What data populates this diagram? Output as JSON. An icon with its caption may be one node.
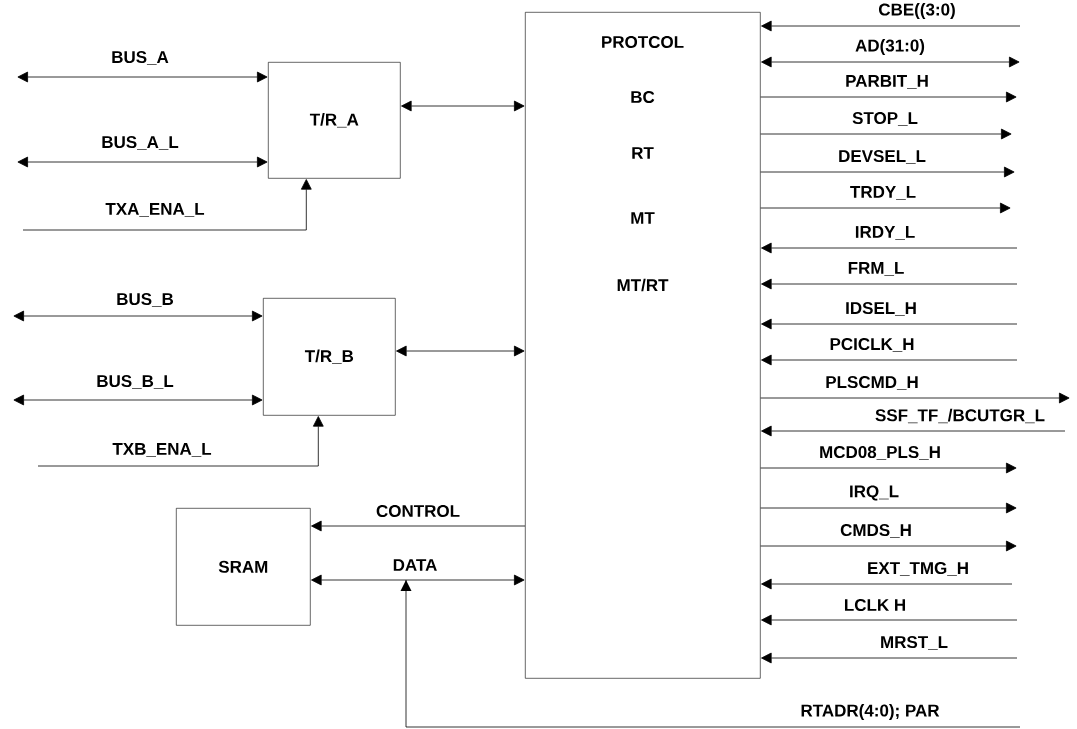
{
  "diagram": {
    "nodes": [
      {
        "text": [
          "T/R_A"
        ]
      },
      {
        "text": [
          "T/R_B"
        ]
      },
      {
        "text": [
          "PROTCOL",
          "BC",
          "RT",
          "MT",
          "MT/RT"
        ]
      },
      {
        "text": [
          "SRAM"
        ]
      }
    ],
    "edges": [
      {
        "from": null,
        "to": 0,
        "arrow": "both",
        "label": "BUS_A"
      },
      {
        "from": null,
        "to": 0,
        "arrow": "both",
        "label": "BUS_A_L"
      },
      {
        "from": null,
        "to": 0,
        "arrow": "to",
        "label": "TXA_ENA_L"
      },
      {
        "from": 0,
        "to": 2,
        "arrow": "both"
      },
      {
        "from": null,
        "to": 1,
        "arrow": "both",
        "label": "BUS_B"
      },
      {
        "from": null,
        "to": 1,
        "arrow": "both",
        "label": "BUS_B_L"
      },
      {
        "from": null,
        "to": 1,
        "arrow": "to",
        "label": "TXB_ENA_L"
      },
      {
        "from": 1,
        "to": 2,
        "arrow": "both"
      },
      {
        "from": 2,
        "to": 3,
        "arrow": "to",
        "label": "CONTROL"
      },
      {
        "from": 3,
        "to": 2,
        "arrow": "both",
        "label": "DATA"
      },
      {
        "from": null,
        "to": 2,
        "arrow": "to",
        "label": "CBE((3:0)"
      },
      {
        "from": 2,
        "to": null,
        "arrow": "both",
        "label": "AD(31:0)"
      },
      {
        "from": 2,
        "to": null,
        "arrow": "to",
        "label": "PARBIT_H"
      },
      {
        "from": 2,
        "to": null,
        "arrow": "to",
        "label": "STOP_L"
      },
      {
        "from": 2,
        "to": null,
        "arrow": "to",
        "label": "DEVSEL_L"
      },
      {
        "from": 2,
        "to": null,
        "arrow": "to",
        "label": "TRDY_L"
      },
      {
        "from": null,
        "to": 2,
        "arrow": "to",
        "label": "IRDY_L"
      },
      {
        "from": null,
        "to": 2,
        "arrow": "to",
        "label": "FRM_L"
      },
      {
        "from": null,
        "to": 2,
        "arrow": "to",
        "label": "IDSEL_H"
      },
      {
        "from": null,
        "to": 2,
        "arrow": "to",
        "label": "PCICLK_H"
      },
      {
        "from": 2,
        "to": null,
        "arrow": "to",
        "label": "PLSCMD_H"
      },
      {
        "from": null,
        "to": 2,
        "arrow": "to",
        "label": "SSF_TF_/BCUTGR_L"
      },
      {
        "from": 2,
        "to": null,
        "arrow": "to",
        "label": "MCD08_PLS_H"
      },
      {
        "from": 2,
        "to": null,
        "arrow": "to",
        "label": "IRQ_L"
      },
      {
        "from": 2,
        "to": null,
        "arrow": "to",
        "label": "CMDS_H"
      },
      {
        "from": null,
        "to": 2,
        "arrow": "to",
        "label": "EXT_TMG_H"
      },
      {
        "from": null,
        "to": 2,
        "arrow": "to",
        "label": "LCLK  H"
      },
      {
        "from": null,
        "to": 2,
        "arrow": "to",
        "label": "MRST_L"
      }
    ],
    "labels": [
      "RTADR(4:0);  PAR"
    ]
  }
}
